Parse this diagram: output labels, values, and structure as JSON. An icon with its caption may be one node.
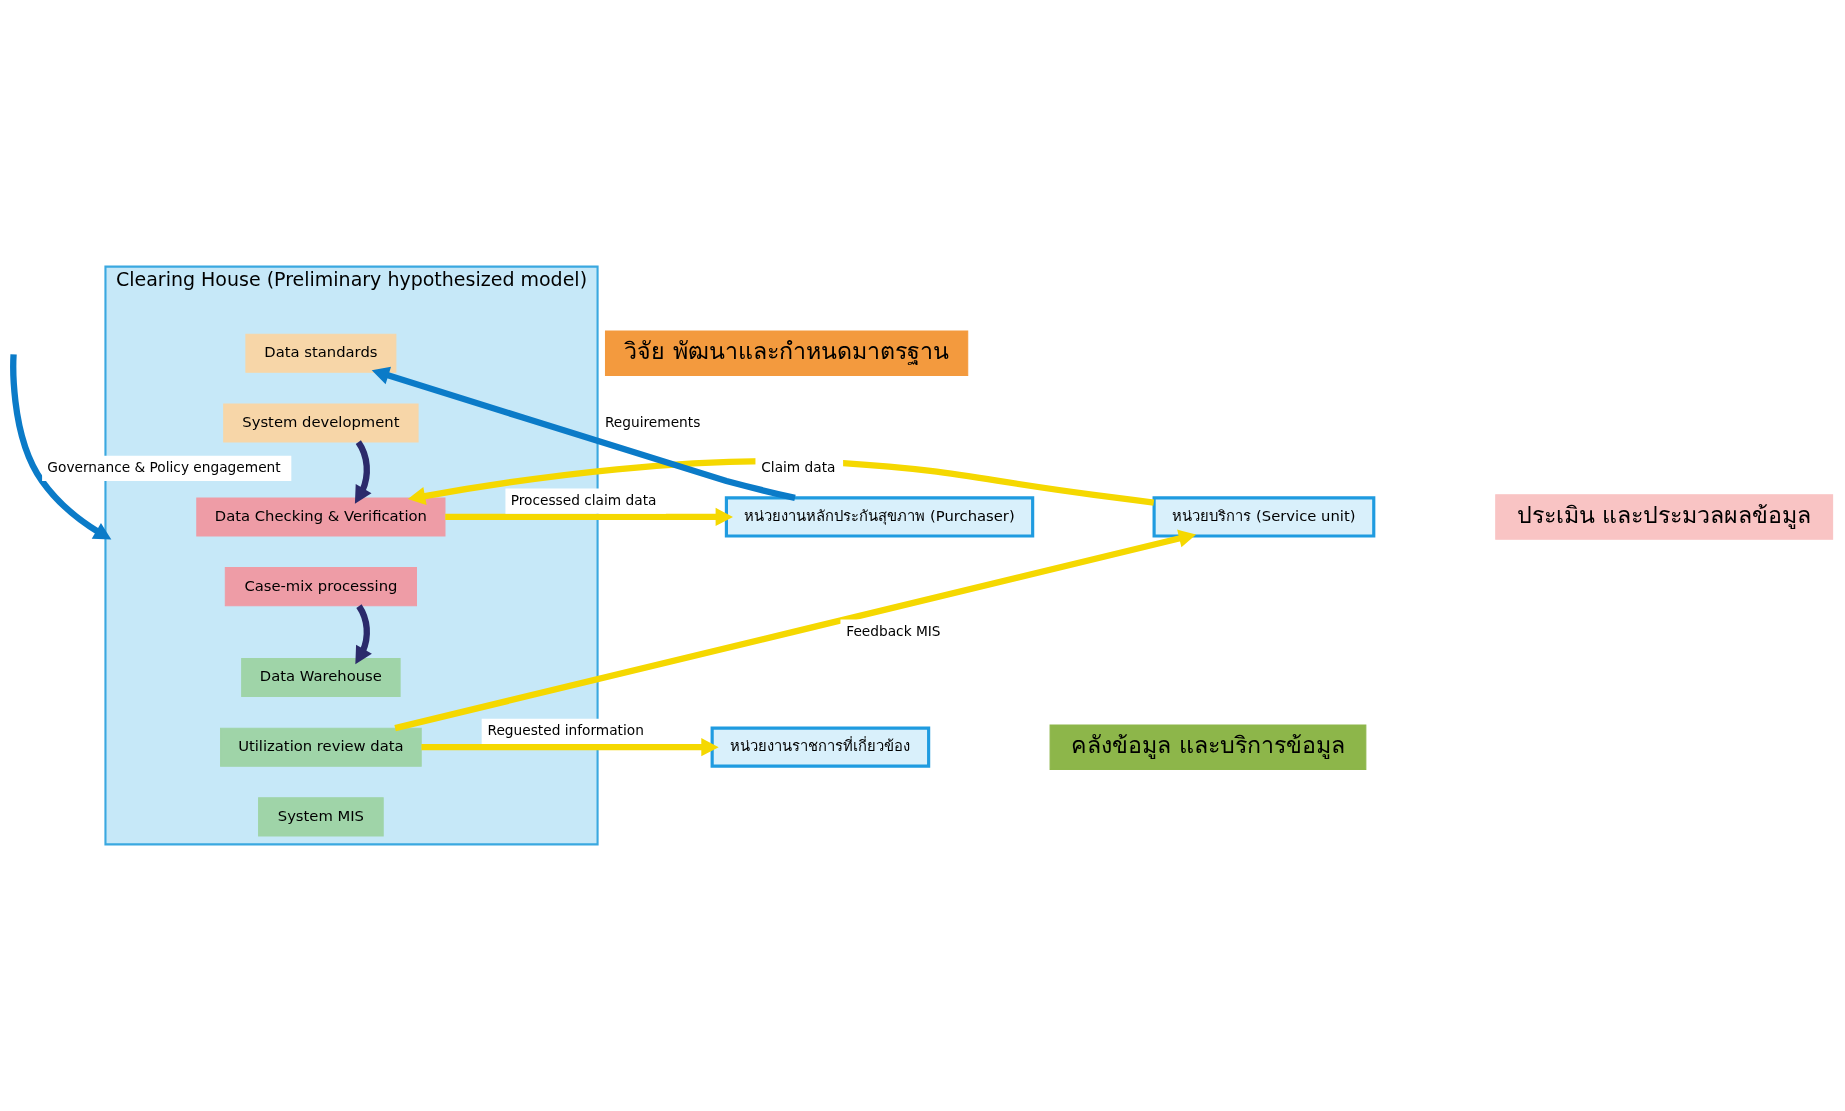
{
  "diagram": {
    "nodes": [
      {
        "text": [
          "Clearing House (Preliminary hypothesized model)"
        ]
      },
      {
        "text": [
          "Data standards"
        ],
        "in": 0
      },
      {
        "text": [
          "System development"
        ],
        "in": 0
      },
      {
        "text": [
          "Data Checking & Verification"
        ],
        "in": 0
      },
      {
        "text": [
          "Case-mix processing"
        ],
        "in": 0
      },
      {
        "text": [
          "Data Warehouse"
        ],
        "in": 0
      },
      {
        "text": [
          "Utilization review data"
        ],
        "in": 0
      },
      {
        "text": [
          "System MIS"
        ],
        "in": 0
      },
      {
        "text": [
          "หน่วยบริการ (Service unit)"
        ]
      },
      {
        "text": [
          "หน่วยงานหลักประกันสุขภาพ (Purchaser)"
        ]
      },
      {
        "text": [
          "หน่วยงานราชการที่เกี่ยวข้อง"
        ]
      },
      {
        "text": [
          "วิจัย พัฒนาและกำหนดมาตรฐาน"
        ]
      },
      {
        "text": [
          "ประเมิน และประมวลผลข้อมูล"
        ]
      },
      {
        "text": [
          "คลังข้อมูล และบริการข้อมูล"
        ]
      }
    ],
    "edges": [
      {
        "from": null,
        "to": 0,
        "arrow": "to",
        "label": "Governance & Policy engagement",
        "color": "#0b7bc8"
      },
      {
        "from": 9,
        "to": 1,
        "arrow": "to",
        "label": "Reguirements",
        "color": "#0b7bc8"
      },
      {
        "from": 2,
        "to": 3,
        "arrow": "to",
        "color": "#2b2a6b"
      },
      {
        "from": 8,
        "to": 3,
        "arrow": "to",
        "label": "Claim data"
      },
      {
        "from": 3,
        "to": 9,
        "arrow": "to",
        "label": "Processed claim data"
      },
      {
        "from": 4,
        "to": 5,
        "arrow": "to",
        "color": "#2b2a6b"
      },
      {
        "from": 6,
        "to": 10,
        "arrow": "to",
        "label": "Reguested information"
      },
      {
        "from": 6,
        "to": 8,
        "arrow": "to",
        "label": "Feedback MIS"
      }
    ]
  }
}
